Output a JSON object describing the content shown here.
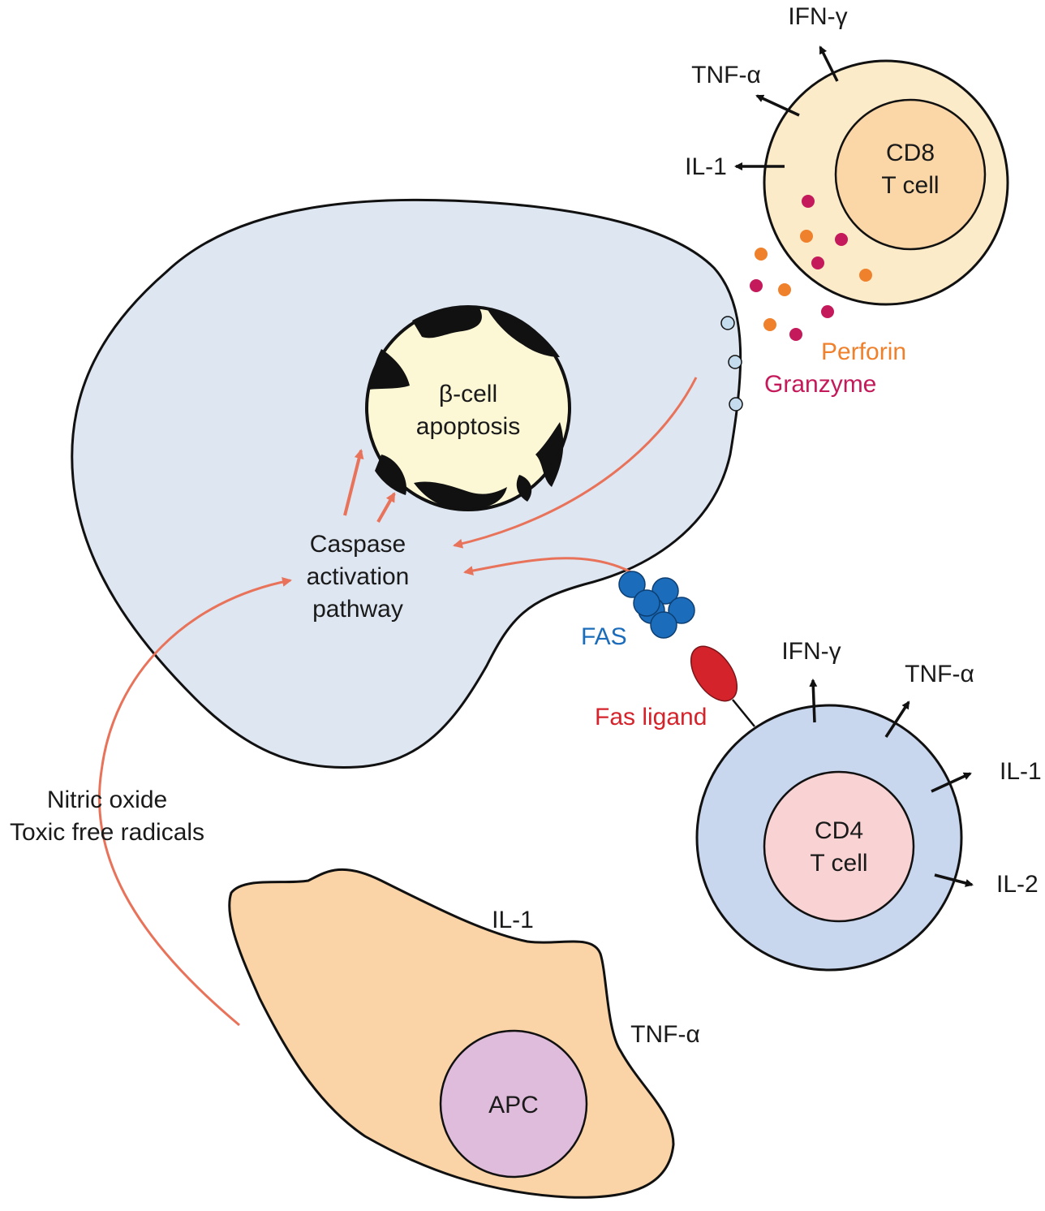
{
  "colors": {
    "beta_cell_fill": "#dde6f1",
    "nucleus_fill": "#fcf8d6",
    "cd8_outer": "#fcebc9",
    "cd8_inner": "#fbd6a7",
    "cd4_outer": "#c8d6ee",
    "cd4_inner": "#f9d3d3",
    "apc_body": "#fad4a6",
    "apc_nucleus": "#e0bcdc",
    "perforin": "#f0812c",
    "granzyme": "#c4195a",
    "fas": "#1b6cba",
    "fas_ligand": "#d4232b",
    "red_arrow": "#e8735a",
    "outline": "#111111",
    "pore": "#c5dcef"
  },
  "beta_cell": {
    "nucleus_line1": "β-cell",
    "nucleus_line2": "apoptosis",
    "caspase_line1": "Caspase",
    "caspase_line2": "activation",
    "caspase_line3": "pathway"
  },
  "cd8": {
    "line1": "CD8",
    "line2": "T cell",
    "cytokines": [
      "IFN-γ",
      "TNF-α",
      "IL-1"
    ]
  },
  "cd4": {
    "line1": "CD4",
    "line2": "T cell",
    "cytokines": [
      "IFN-γ",
      "TNF-α",
      "IL-1",
      "IL-2"
    ]
  },
  "apc": {
    "label": "APC",
    "cytokines": [
      "IL-1",
      "TNF-α"
    ]
  },
  "labels": {
    "perforin": "Perforin",
    "granzyme": "Granzyme",
    "fas": "FAS",
    "fas_ligand": "Fas ligand",
    "nitric_oxide": "Nitric oxide",
    "toxic_free_radicals": "Toxic free radicals"
  }
}
